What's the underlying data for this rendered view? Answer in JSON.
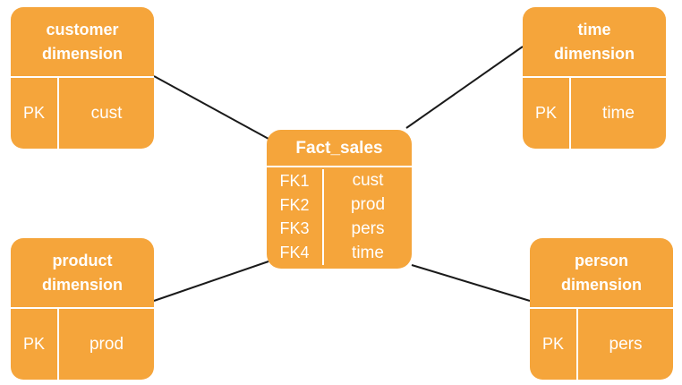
{
  "diagram": {
    "fact_table": {
      "title": "Fact_sales",
      "rows": [
        {
          "key": "FK1",
          "value": "cust"
        },
        {
          "key": "FK2",
          "value": "prod"
        },
        {
          "key": "FK3",
          "value": "pers"
        },
        {
          "key": "FK4",
          "value": "time"
        }
      ]
    },
    "dimensions": {
      "customer": {
        "title_line1": "customer",
        "title_line2": "dimension",
        "key": "PK",
        "value": "cust"
      },
      "time": {
        "title_line1": "time",
        "title_line2": "dimension",
        "key": "PK",
        "value": "time"
      },
      "product": {
        "title_line1": "product",
        "title_line2": "dimension",
        "key": "PK",
        "value": "prod"
      },
      "person": {
        "title_line1": "person",
        "title_line2": "dimension",
        "key": "PK",
        "value": "pers"
      }
    },
    "colors": {
      "box_fill": "#f5a53b",
      "text": "#ffffff",
      "connector": "#1a1a1a"
    }
  }
}
